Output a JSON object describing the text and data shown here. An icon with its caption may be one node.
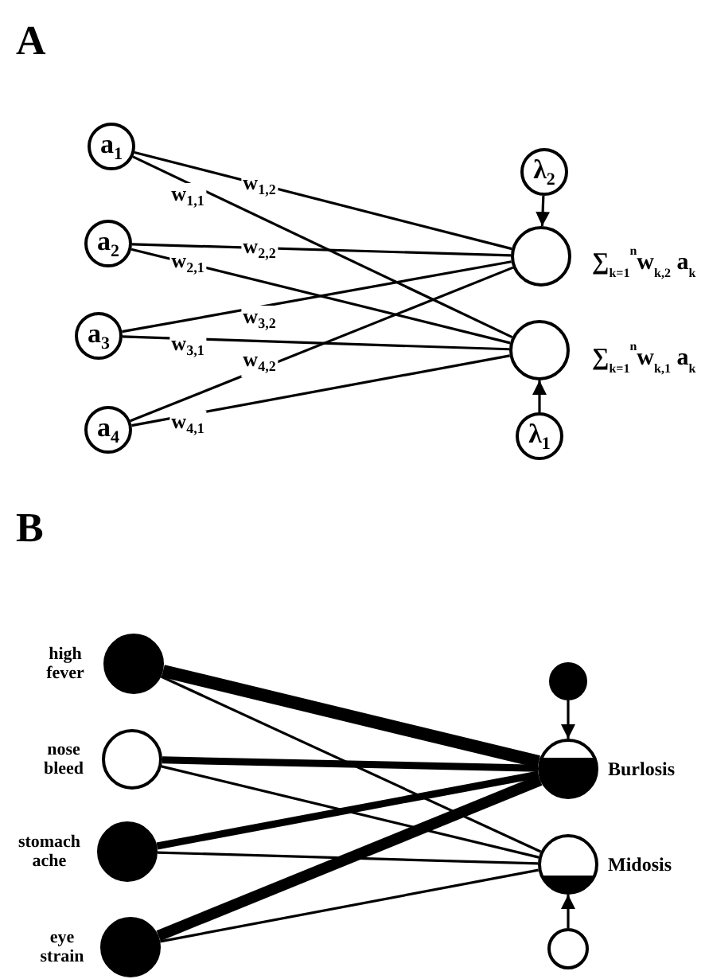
{
  "diagram": {
    "nodes": [
      {
        "text": [
          "a$_{1}$"
        ]
      },
      {
        "text": [
          "a$_{2}$"
        ]
      },
      {
        "text": [
          "a$_{3}$"
        ]
      },
      {
        "text": [
          "a$_{4}$"
        ]
      },
      {
        "text": [
          "λ$_{2}$"
        ]
      },
      {
        "text": [],
        "shape": "circle",
        "beside": [
          "∑$_{k=1}$$^{n}$w$_{k,2}$ a$_{k}$"
        ]
      },
      {
        "text": [],
        "shape": "circle",
        "beside": [
          "∑$_{k=1}$$^{n}$w$_{k,1}$ a$_{k}$"
        ]
      },
      {
        "text": [
          "λ$_{1}$"
        ]
      },
      {
        "text": [
          "high fever"
        ]
      },
      {
        "text": [
          "nose bleed"
        ]
      },
      {
        "text": [
          "stomach ache"
        ]
      },
      {
        "text": [
          "eye strain"
        ]
      },
      {
        "text": [],
        "shape": "circle"
      },
      {
        "text": [
          "Burlosis"
        ]
      },
      {
        "text": [
          "Midosis"
        ]
      },
      {
        "text": [],
        "shape": "circle"
      }
    ],
    "edges": [
      {
        "from": 0,
        "to": 5,
        "arrow": "none",
        "label": "w$_{1,2}$"
      },
      {
        "from": 0,
        "to": 6,
        "arrow": "none",
        "label": "w$_{1,1}$"
      },
      {
        "from": 1,
        "to": 5,
        "arrow": "none",
        "label": "w$_{2,2}$"
      },
      {
        "from": 1,
        "to": 6,
        "arrow": "none",
        "label": "w$_{2,1}$"
      },
      {
        "from": 2,
        "to": 5,
        "arrow": "none",
        "label": "w$_{3,2}$"
      },
      {
        "from": 2,
        "to": 6,
        "arrow": "none",
        "label": "w$_{3,1}$"
      },
      {
        "from": 3,
        "to": 5,
        "arrow": "none",
        "label": "w$_{4,2}$"
      },
      {
        "from": 3,
        "to": 6,
        "arrow": "none",
        "label": "w$_{4,1}$"
      },
      {
        "from": 4,
        "to": 5,
        "arrow": "to"
      },
      {
        "from": 7,
        "to": 6,
        "arrow": "to"
      },
      {
        "from": 8,
        "to": 13,
        "arrow": "none",
        "style": "thick"
      },
      {
        "from": 8,
        "to": 14,
        "arrow": "none"
      },
      {
        "from": 9,
        "to": 13,
        "arrow": "none",
        "style": "thick"
      },
      {
        "from": 9,
        "to": 14,
        "arrow": "none"
      },
      {
        "from": 10,
        "to": 13,
        "arrow": "none",
        "style": "thick"
      },
      {
        "from": 10,
        "to": 14,
        "arrow": "none"
      },
      {
        "from": 11,
        "to": 13,
        "arrow": "none",
        "style": "thick"
      },
      {
        "from": 11,
        "to": 14,
        "arrow": "none"
      },
      {
        "from": 12,
        "to": 13,
        "arrow": "to"
      },
      {
        "from": 15,
        "to": 14,
        "arrow": "to"
      }
    ],
    "labels": [
      "A",
      "B"
    ]
  }
}
